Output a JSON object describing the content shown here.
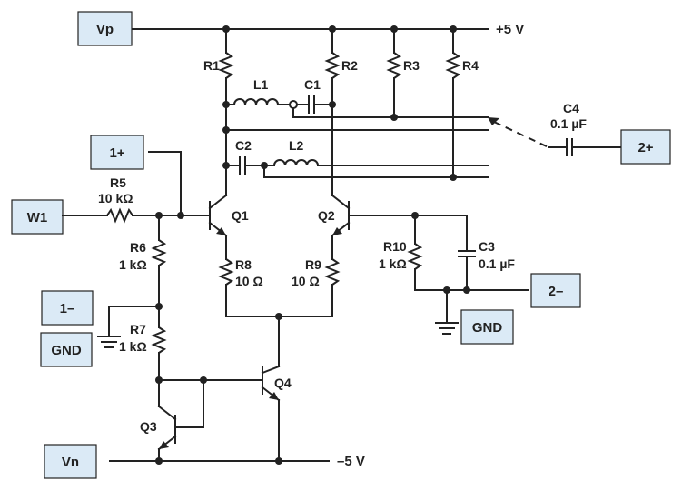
{
  "ports": {
    "vp": "Vp",
    "in_plus": "1+",
    "w1": "W1",
    "in_minus": "1–",
    "gnd_left": "GND",
    "vn": "Vn",
    "out_plus": "2+",
    "out_minus": "2–",
    "gnd_right": "GND"
  },
  "rails": {
    "positive": "+5 V",
    "negative": "–5 V"
  },
  "components": {
    "r1": "R1",
    "r2": "R2",
    "r3": "R3",
    "r4": "R4",
    "l1": "L1",
    "c1": "C1",
    "c2": "C2",
    "l2": "L2",
    "c4": "C4",
    "c4_value": "0.1 µF",
    "r5": "R5",
    "r5_value": "10 kΩ",
    "q1": "Q1",
    "q2": "Q2",
    "r6": "R6",
    "r6_value": "1 kΩ",
    "r7": "R7",
    "r7_value": "1 kΩ",
    "r8": "R8",
    "r8_value": "10 Ω",
    "r9": "R9",
    "r9_value": "10 Ω",
    "r10": "R10",
    "r10_value": "1 kΩ",
    "c3": "C3",
    "c3_value": "0.1 µF",
    "q3": "Q3",
    "q4": "Q4"
  }
}
